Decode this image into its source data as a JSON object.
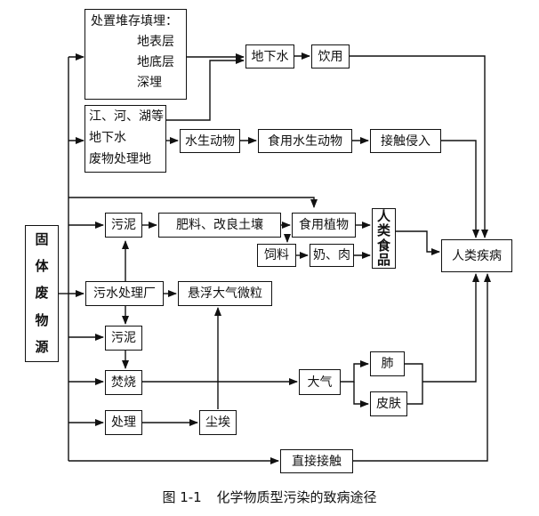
{
  "caption": {
    "number": "图 1-1",
    "title": "化学物质型污染的致病途径"
  },
  "nodes": {
    "source": [
      "固",
      "体",
      "废",
      "物",
      "源"
    ],
    "disposal": {
      "title": "处置堆存填埋：",
      "items": [
        "地表层",
        "地底层",
        "深埋"
      ]
    },
    "water_bodies": [
      "江、河、湖等",
      "地下水",
      "废物处理地"
    ],
    "groundwater": "地下水",
    "drinking": "饮用",
    "aquatic_animals": "水生动物",
    "edible_aquatic": "食用水生动物",
    "contact_invasion": "接触侵入",
    "sludge_top": "污泥",
    "fertilizer": "肥料、改良土壤",
    "edible_plants": "食用植物",
    "human_food": [
      "人",
      "类",
      "食",
      "品"
    ],
    "feed": "饲料",
    "milk_meat": "奶、肉",
    "human_disease": "人类疾病",
    "sewage_plant": "污水处理厂",
    "aerosol": "悬浮大气微粒",
    "sludge_bottom": "污泥",
    "incineration": "焚烧",
    "atmosphere": "大气",
    "lung": "肺",
    "skin": "皮肤",
    "treatment": "处理",
    "dust": "尘埃",
    "direct_contact": "直接接触"
  }
}
